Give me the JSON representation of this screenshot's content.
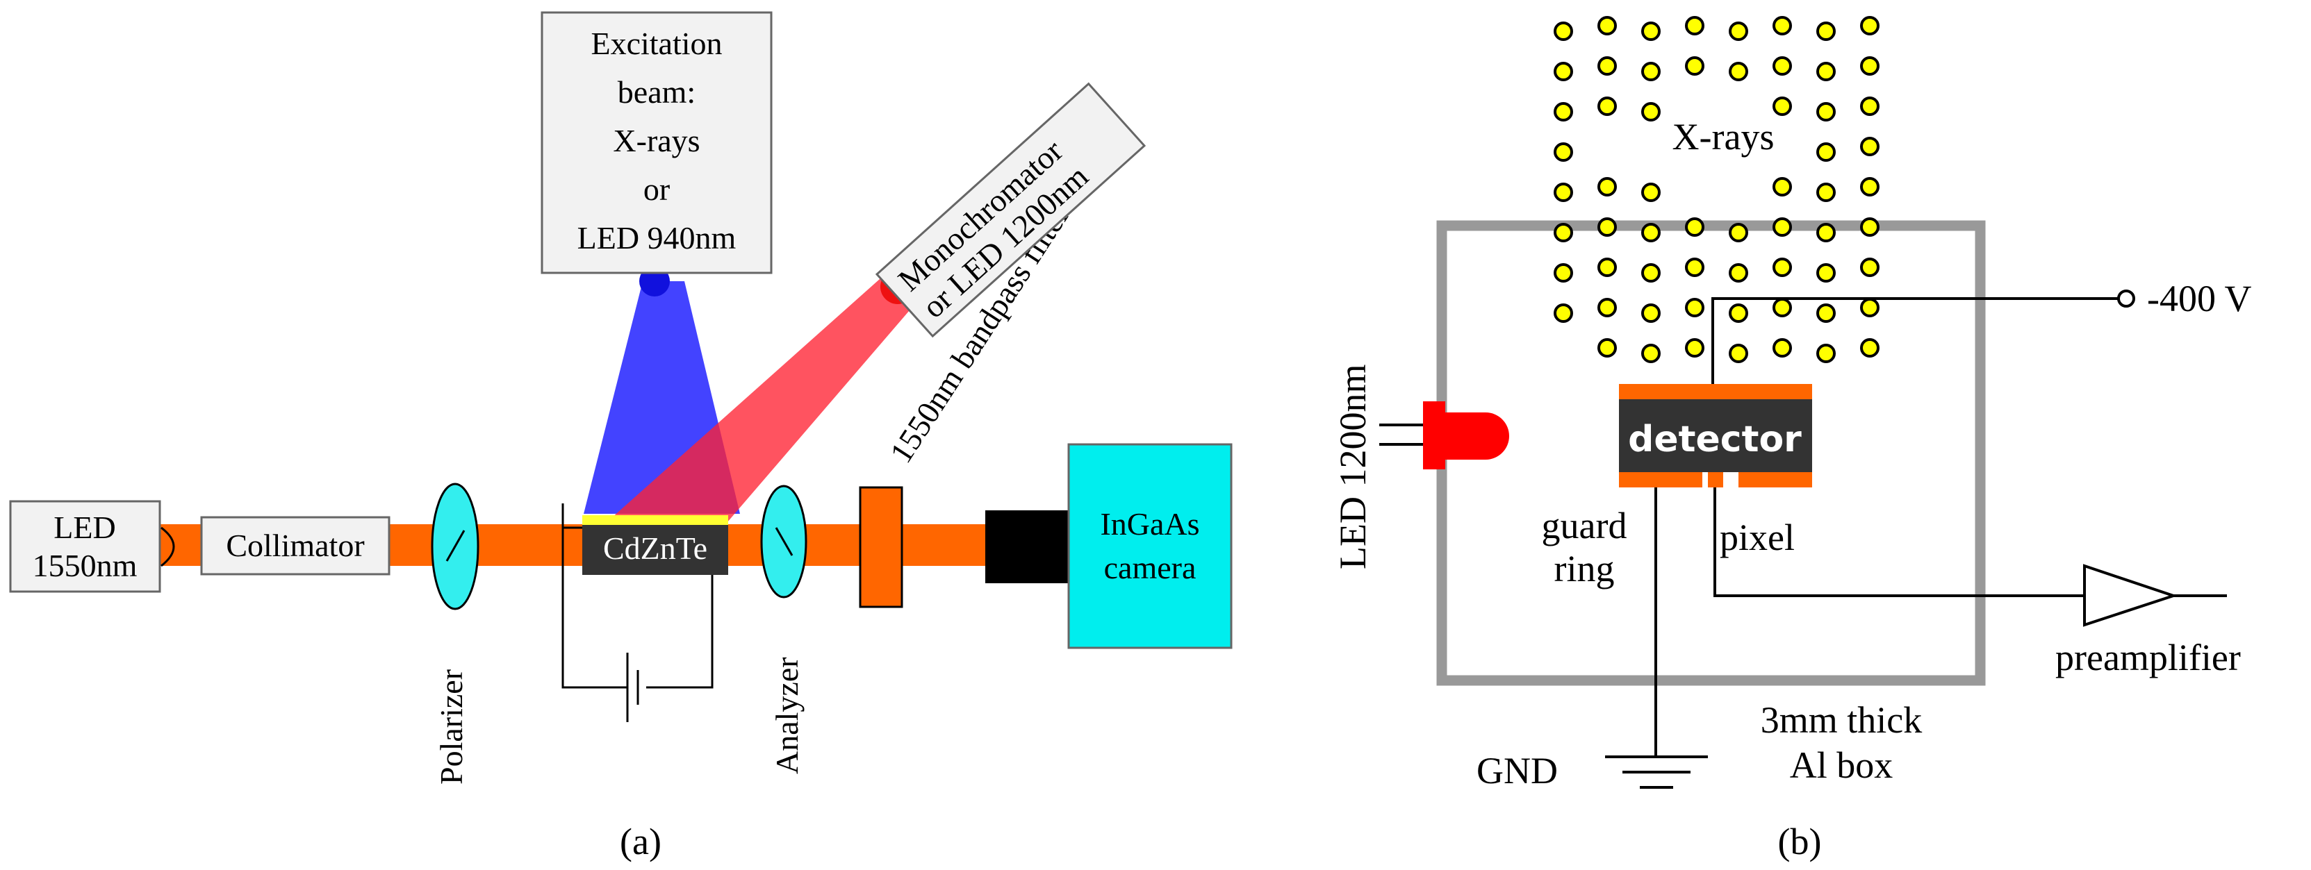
{
  "panel_a": {
    "caption": "(a)",
    "led_source": [
      "LED",
      "1550nm"
    ],
    "collimator": "Collimator",
    "excitation_box": [
      "Excitation",
      "beam:",
      "X-rays",
      "or",
      "LED 940nm"
    ],
    "monochromator_box": [
      "Monochromator",
      "or LED 1200nm"
    ],
    "bandpass_label": "1550nm bandpass filter",
    "polarizer": "Polarizer",
    "crystal": "CdZnTe",
    "analyzer": "Analyzer",
    "camera": [
      "InGaAs",
      "camera"
    ],
    "colors": {
      "beam": "#ff6600",
      "blue_beam": "#3333ff",
      "red_beam": "#ff3344",
      "lens": "#33eeee",
      "camera": "#00eeee",
      "crystal_top": "#ffff33",
      "crystal": "#333333"
    }
  },
  "panel_b": {
    "caption": "(b)",
    "xrays_label": "X-rays",
    "voltage": "-400 V",
    "led_label": "LED 1200nm",
    "detector": "detector",
    "guard_ring": [
      "guard",
      "ring"
    ],
    "pixel": "pixel",
    "preamplifier": "preamplifier",
    "gnd": "GND",
    "box_label": [
      "3mm thick",
      "Al box"
    ],
    "colors": {
      "box": "#999999",
      "dot_fill": "#ffff00",
      "led": "#ff0000",
      "detector_body": "#333333",
      "detector_electrode": "#ff6600"
    }
  }
}
